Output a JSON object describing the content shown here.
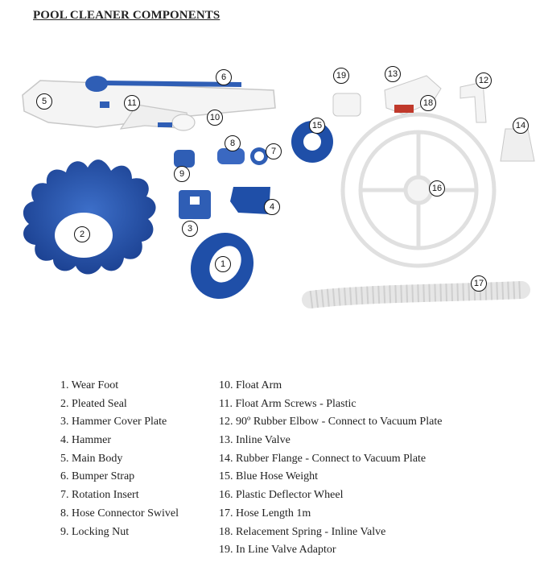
{
  "title": "POOL CLEANER COMPONENTS",
  "callouts": [
    "1",
    "2",
    "3",
    "4",
    "5",
    "6",
    "7",
    "8",
    "9",
    "10",
    "11",
    "12",
    "13",
    "14",
    "15",
    "16",
    "17",
    "18",
    "19"
  ],
  "legend_col1": [
    "1. Wear Foot",
    "2. Pleated Seal",
    "3. Hammer Cover Plate",
    "4. Hammer",
    "5. Main Body",
    "6. Bumper Strap",
    "7. Rotation Insert",
    "8. Hose Connector Swivel",
    "9. Locking Nut"
  ],
  "legend_col2": [
    "10. Float Arm",
    "11. Float Arm Screws - Plastic",
    "12. 90º Rubber Elbow - Connect to Vacuum Plate",
    "13. Inline Valve",
    "14. Rubber Flange - Connect to Vacuum Plate",
    "15. Blue Hose Weight",
    "16. Plastic Deflector Wheel",
    "17. Hose Length 1m",
    "18. Relacement Spring - Inline Valve",
    "19. In Line Valve Adaptor"
  ],
  "colors": {
    "blue": "#1f4fa8",
    "blue_light": "#3d6fc9",
    "white_part": "#f2f2f2",
    "outline": "#bdbdbd",
    "red": "#c0392b"
  }
}
